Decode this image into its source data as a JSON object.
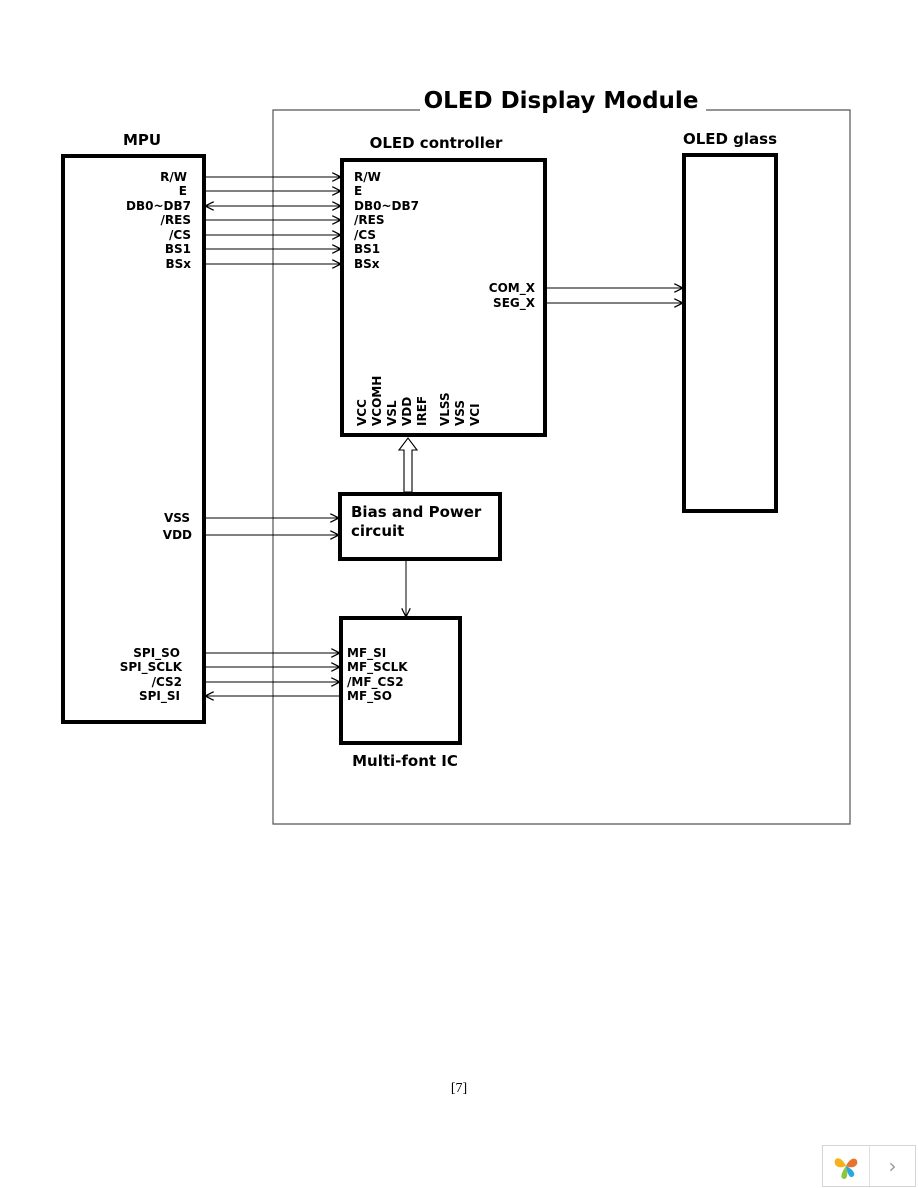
{
  "module_title": "OLED Display Module",
  "blocks": {
    "mpu": "MPU",
    "controller": "OLED controller",
    "glass": "OLED glass",
    "bias_line1": "Bias and Power",
    "bias_line2": "circuit",
    "multifont": "Multi-font IC"
  },
  "mpu_pins_top": [
    "R/W",
    "E",
    "DB0~DB7",
    "/RES",
    "/CS",
    "BS1",
    "BSx"
  ],
  "controller_pins_left": [
    "R/W",
    "E",
    "DB0~DB7",
    "/RES",
    "/CS",
    "BS1",
    "BSx"
  ],
  "controller_pins_right": [
    "COM_X",
    "SEG_X"
  ],
  "controller_power_pins": [
    "VCC",
    "VCOMH",
    "VSL",
    "VDD",
    "IREF",
    "VLSS",
    "VSS",
    "VCI"
  ],
  "mpu_power_pins": [
    "VSS",
    "VDD"
  ],
  "mpu_spi_pins": [
    "SPI_SO",
    "SPI_SCLK",
    "/CS2",
    "SPI_SI"
  ],
  "multifont_pins": [
    "MF_SI",
    "MF_SCLK",
    "/MF_CS2",
    "MF_SO"
  ],
  "page_number": "[7]",
  "nav": {
    "logo_icon": "pinwheel-logo-icon",
    "next_icon": "chevron-right-icon",
    "next_symbol": "›",
    "logo_colors": [
      "#f5b21b",
      "#e8742c",
      "#8cc63f",
      "#2ca8e0"
    ]
  }
}
